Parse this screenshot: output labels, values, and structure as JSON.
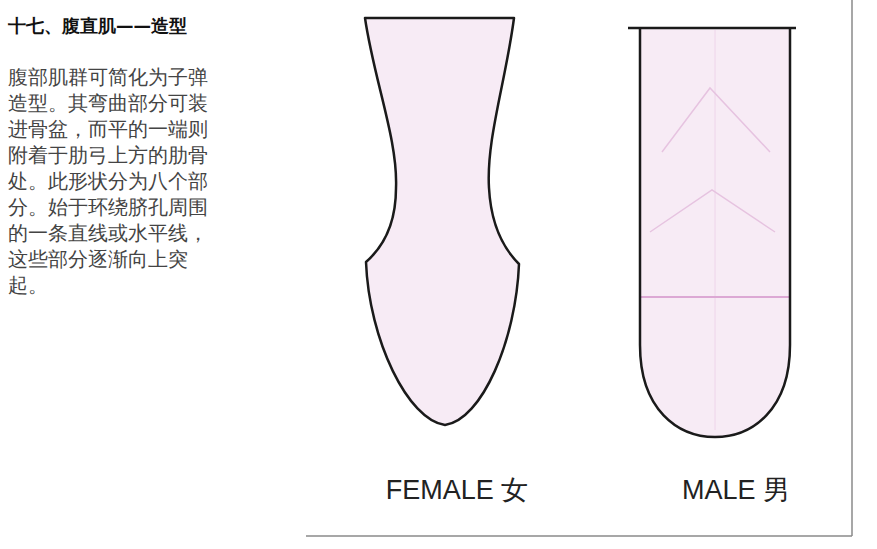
{
  "diagram": {
    "title": "十七、腹直肌——造型",
    "labels": [
      "腹部肌群可简化为子弹造型。其弯曲部分可装进骨盆，而平的一端则附着于肋弓上方的肋骨处。此形状分为八个部分。始于环绕脐孔周围的一条直线或水平线，这些部分逐渐向上突起。",
      "FEMALE 女",
      "MALE 男"
    ]
  }
}
